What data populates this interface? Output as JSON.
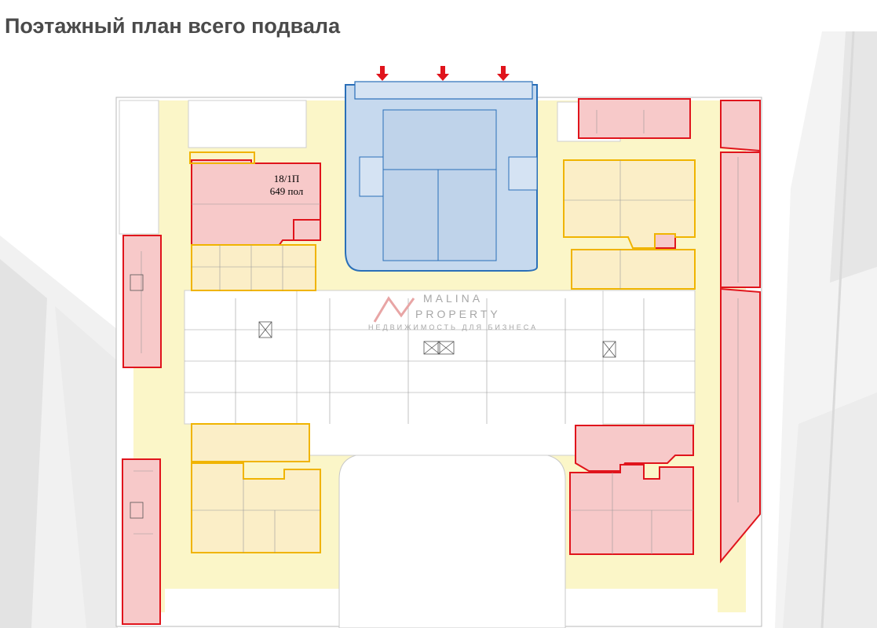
{
  "page": {
    "title": "Поэтажный план всего подвала"
  },
  "colors": {
    "corridor": "#fbf6c8",
    "available_fill": "#f7c9c9",
    "available_stroke": "#e0141c",
    "occupied_fill": "#fbeec7",
    "occupied_stroke": "#f0b400",
    "parking_fill": "#c6d9ee",
    "parking_stroke": "#2a6fb8",
    "arrow": "#e0141c"
  },
  "unit": {
    "id": "18/1П",
    "area": "649 пол"
  },
  "watermark": {
    "brand_top": "MALINA",
    "brand_bottom": "PROPERTY",
    "tagline": "НЕДВИЖИМОСТЬ ДЛЯ БИЗНЕСА"
  },
  "entrances": {
    "count": 3,
    "icon": "arrow-down-icon"
  }
}
